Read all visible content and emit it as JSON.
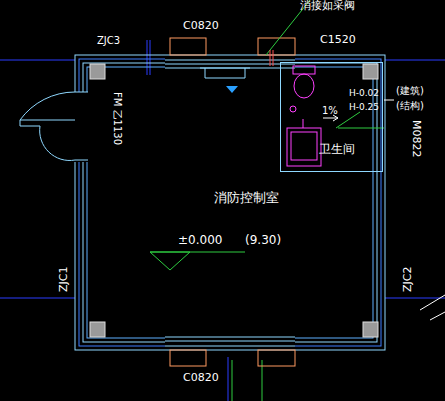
{
  "diagram": {
    "nodes": [
      {
        "text": [
          "消防控制室"
        ]
      },
      {
        "text": [
          "卫生间"
        ],
        "in": 0
      }
    ],
    "labels": [
      "ZJC3",
      "C0820",
      "C1520",
      "消接如采阀",
      "FM 乙1130",
      "H-0.02",
      "H-0.25",
      "(建筑)",
      "(结构)",
      "1%",
      "M0822",
      "ZJC1",
      "ZJC2",
      "±0.000",
      "(9.30)",
      "C0820"
    ]
  }
}
